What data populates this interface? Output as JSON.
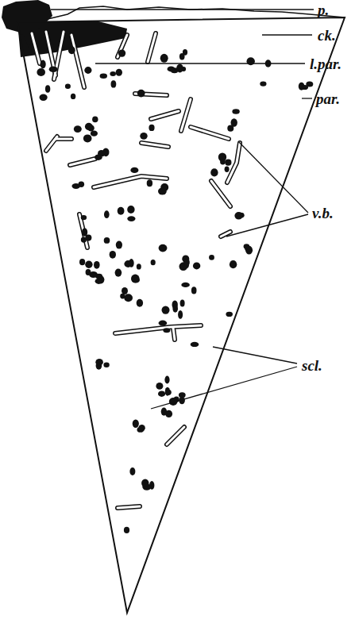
{
  "diagram": {
    "labels": [
      "p.",
      "ck.",
      "l.par.",
      "par.",
      "v.b.",
      "scl."
    ]
  }
}
